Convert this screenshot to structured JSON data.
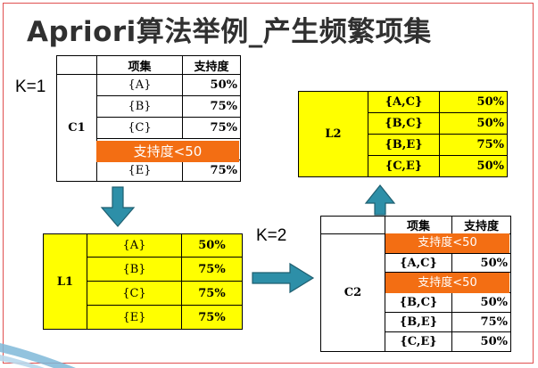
{
  "title": "Apriori算法举例_产生频繁项集",
  "k1_label": "K=1",
  "k2_label": "K=2",
  "c1": {
    "name": "C1",
    "headers": [
      "项集",
      "支持度"
    ],
    "rows": [
      {
        "item": "{A}",
        "support": "50%"
      },
      {
        "item": "{B}",
        "support": "75%"
      },
      {
        "item": "{C}",
        "support": "75%"
      },
      {
        "item": "{E}",
        "support": "75%"
      }
    ],
    "filter": "支持度<50"
  },
  "l1": {
    "name": "L1",
    "rows": [
      {
        "item": "{A}",
        "support": "50%"
      },
      {
        "item": "{B}",
        "support": "75%"
      },
      {
        "item": "{C}",
        "support": "75%"
      },
      {
        "item": "{E}",
        "support": "75%"
      }
    ]
  },
  "l2": {
    "name": "L2",
    "rows": [
      {
        "item": "{A,C}",
        "support": "50%"
      },
      {
        "item": "{B,C}",
        "support": "50%"
      },
      {
        "item": "{B,E}",
        "support": "75%"
      },
      {
        "item": "{C,E}",
        "support": "50%"
      }
    ]
  },
  "c2": {
    "name": "C2",
    "headers": [
      "项集",
      "支持度"
    ],
    "filter1": "支持度<50",
    "filter2": "支持度<50",
    "rows": [
      {
        "item": "{A,C}",
        "support": "50%"
      },
      {
        "item": "{B,C}",
        "support": "50%"
      },
      {
        "item": "{B,E}",
        "support": "75%"
      },
      {
        "item": "{C,E}",
        "support": "50%"
      }
    ]
  },
  "colors": {
    "highlight": "#ffff00",
    "filter_bar": "#f36e13",
    "arrow": "#2d8fa8",
    "frame": "#e05050"
  }
}
